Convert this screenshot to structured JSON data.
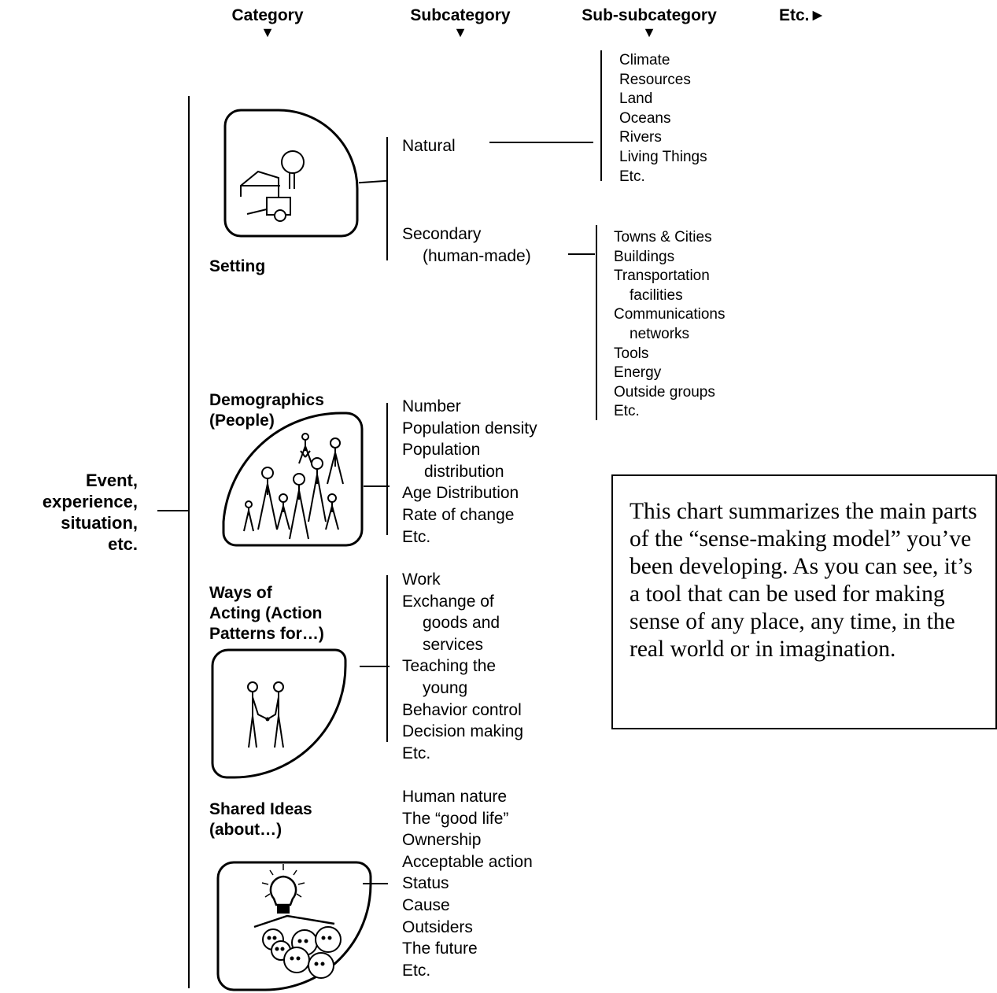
{
  "headers": {
    "category": "Category",
    "subcategory": "Subcategory",
    "subsubcategory": "Sub-subcategory",
    "etc": "Etc.►",
    "arrow": "▼"
  },
  "root": {
    "lines": [
      "Event,",
      "experience,",
      "situation,",
      "etc."
    ]
  },
  "categories": {
    "setting": {
      "label": "Setting",
      "icon": "house-tree-cart-icon",
      "subcategories": {
        "natural": {
          "label": "Natural",
          "items": [
            "Climate",
            "Resources",
            "Land",
            "Oceans",
            "Rivers",
            "Living Things",
            "Etc."
          ]
        },
        "secondary": {
          "label_lines": [
            "Secondary",
            "(human-made)"
          ],
          "items": [
            "Towns & Cities",
            "Buildings",
            "Transportation",
            "facilities",
            "Communications",
            "networks",
            "Tools",
            "Energy",
            "Outside groups",
            "Etc."
          ]
        }
      }
    },
    "demographics": {
      "label_lines": [
        "Demographics",
        "(People)"
      ],
      "icon": "crowd-icon",
      "items": [
        "Number",
        "Population density",
        "Population",
        "distribution",
        "Age Distribution",
        "Rate of change",
        "Etc."
      ]
    },
    "ways": {
      "label_lines": [
        "Ways of",
        "Acting (Action",
        "Patterns for…)"
      ],
      "icon": "handshake-icon",
      "items": [
        "Work",
        "Exchange of",
        "goods and",
        "services",
        "Teaching the",
        "young",
        "Behavior control",
        "Decision making",
        "Etc."
      ]
    },
    "ideas": {
      "label_lines": [
        "Shared Ideas",
        "(about…)"
      ],
      "icon": "lightbulb-group-icon",
      "items": [
        "Human nature",
        "The “good life”",
        "Ownership",
        "Acceptable action",
        "Status",
        "Cause",
        "Outsiders",
        "The future",
        "Etc."
      ]
    }
  },
  "note": {
    "text": "This chart summarizes the main parts of the “sense-making model” you’ve been developing. As you can see, it’s a tool that can be used for making sense of any place, any time, in the real world or in imagination."
  }
}
